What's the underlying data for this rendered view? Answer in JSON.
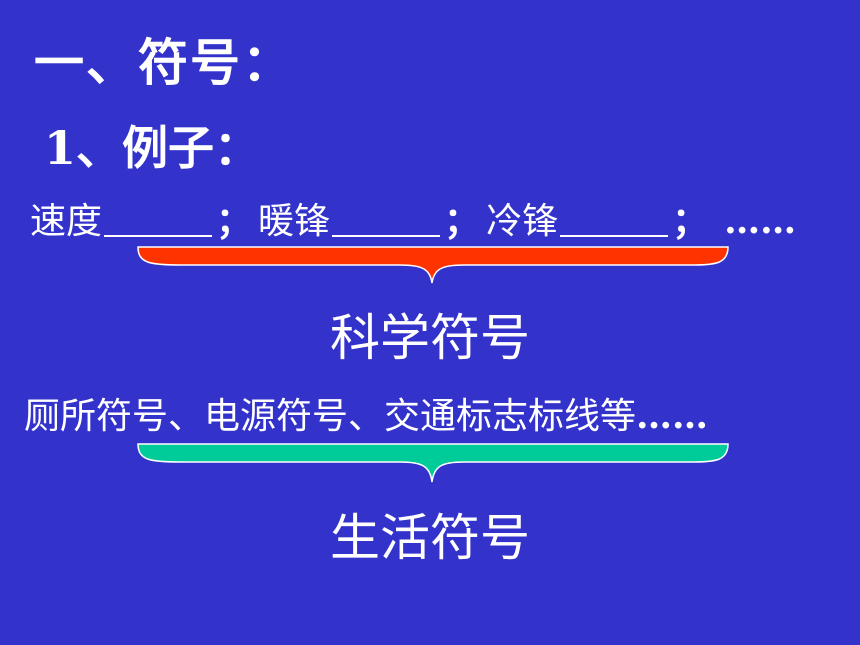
{
  "heading": {
    "section": "一、符号：",
    "subsection": "1、例子："
  },
  "science_examples": {
    "item1": "速度",
    "item2": "暖锋",
    "item3": "冷锋",
    "separator": "；",
    "ellipsis": "……"
  },
  "science_label": "科学符号",
  "life_examples": {
    "text": "厕所符号、电源符号、交通标志标线等",
    "ellipsis": "……"
  },
  "life_label": "生活符号",
  "colors": {
    "background": "#3333cc",
    "science_brace": "#ff3300",
    "life_brace": "#00cc99",
    "text": "#ffffff"
  }
}
